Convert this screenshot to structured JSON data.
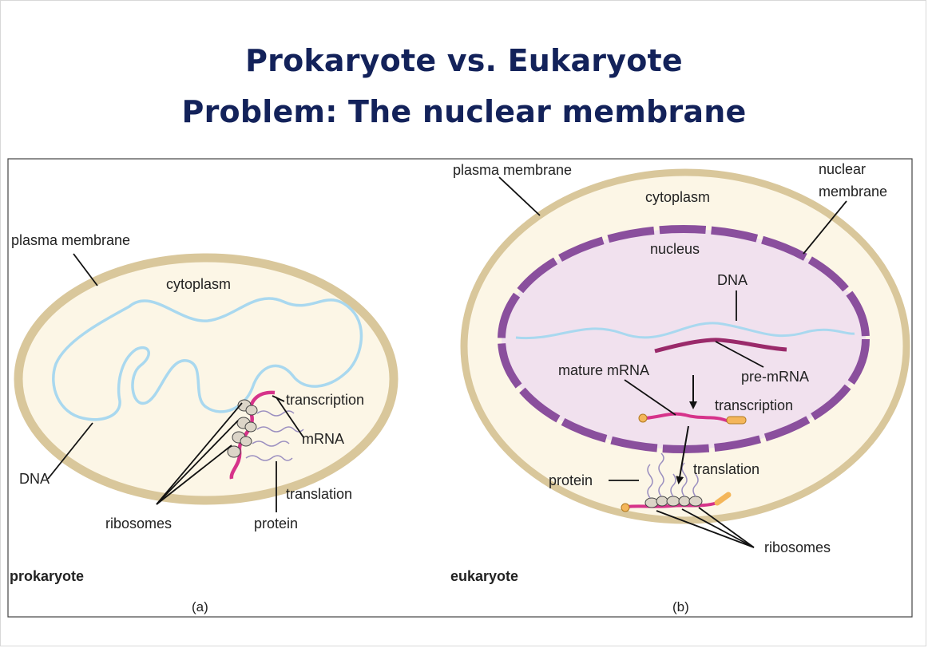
{
  "slide": {
    "title_line1": "Prokaryote vs. Eukaryote",
    "title_line2": "Problem: The nuclear membrane"
  },
  "prokaryote": {
    "label_plasma_membrane": "plasma membrane",
    "label_cytoplasm": "cytoplasm",
    "label_dna": "DNA",
    "label_transcription": "transcription",
    "label_mrna": "mRNA",
    "label_translation": "translation",
    "label_ribosomes": "ribosomes",
    "label_protein": "protein",
    "caption": "prokaryote",
    "panel": "(a)"
  },
  "eukaryote": {
    "label_plasma_membrane": "plasma membrane",
    "label_cytoplasm": "cytoplasm",
    "label_nuclear_1": "nuclear",
    "label_nuclear_2": "membrane",
    "label_nucleus": "nucleus",
    "label_dna": "DNA",
    "label_mature_mrna": "mature mRNA",
    "label_pre_mrna": "pre-mRNA",
    "label_transcription": "transcription",
    "label_protein": "protein",
    "label_translation": "translation",
    "label_ribosomes": "ribosomes",
    "caption": "eukaryote",
    "panel": "(b)"
  },
  "colors": {
    "title": "#13225a",
    "membrane": "#d9c79b",
    "cytoplasm": "#fcf6e6",
    "nucleus_fill": "#f1e1ee",
    "nuclear_membrane": "#8a4f9d",
    "dna": "#a9d8ef",
    "mrna": "#d6338a",
    "ribosome": "#dcd5c8"
  }
}
